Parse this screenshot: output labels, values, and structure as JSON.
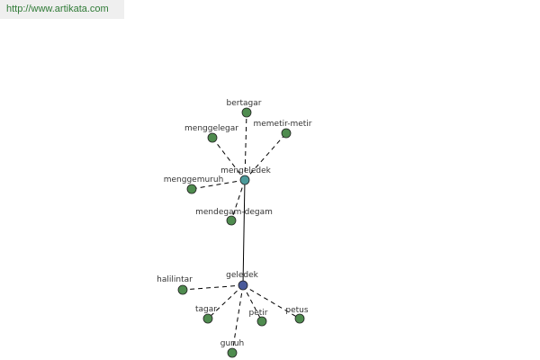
{
  "header": {
    "url": "http://www.artikata.com"
  },
  "colors": {
    "url_link": "#2f7a36",
    "url_background": "#efefef",
    "leaf_node": "#4f8c4f",
    "hub_mengeledek": "#4c9a9a",
    "hub_geledek": "#4a5a9a",
    "node_stroke": "#222222",
    "edge": "#000000",
    "label": "#333333"
  },
  "graph": {
    "nodes": [
      {
        "id": "mengeledek",
        "label": "mengeledek",
        "kind": "hub_mengeledek"
      },
      {
        "id": "geledek",
        "label": "geledek",
        "kind": "hub_geledek"
      },
      {
        "id": "bertagar",
        "label": "bertagar",
        "kind": "leaf"
      },
      {
        "id": "menggelegar",
        "label": "menggelegar",
        "kind": "leaf"
      },
      {
        "id": "memetir-metir",
        "label": "memetir-metir",
        "kind": "leaf"
      },
      {
        "id": "menggemuruh",
        "label": "menggemuruh",
        "kind": "leaf"
      },
      {
        "id": "mendegam-degam",
        "label": "mendegam-degam",
        "kind": "leaf"
      },
      {
        "id": "halilintar",
        "label": "halilintar",
        "kind": "leaf"
      },
      {
        "id": "tagar",
        "label": "tagar",
        "kind": "leaf"
      },
      {
        "id": "petir",
        "label": "petir",
        "kind": "leaf"
      },
      {
        "id": "petus",
        "label": "petus",
        "kind": "leaf"
      },
      {
        "id": "guruh",
        "label": "guruh",
        "kind": "leaf"
      }
    ],
    "edges": [
      {
        "from": "mengeledek",
        "to": "geledek",
        "style": "solid"
      },
      {
        "from": "mengeledek",
        "to": "bertagar",
        "style": "dashed"
      },
      {
        "from": "mengeledek",
        "to": "menggelegar",
        "style": "dashed"
      },
      {
        "from": "mengeledek",
        "to": "memetir-metir",
        "style": "dashed"
      },
      {
        "from": "mengeledek",
        "to": "menggemuruh",
        "style": "dashed"
      },
      {
        "from": "mengeledek",
        "to": "mendegam-degam",
        "style": "dashed"
      },
      {
        "from": "geledek",
        "to": "halilintar",
        "style": "dashed"
      },
      {
        "from": "geledek",
        "to": "tagar",
        "style": "dashed"
      },
      {
        "from": "geledek",
        "to": "petir",
        "style": "dashed"
      },
      {
        "from": "geledek",
        "to": "petus",
        "style": "dashed"
      },
      {
        "from": "geledek",
        "to": "guruh",
        "style": "dashed"
      }
    ]
  }
}
